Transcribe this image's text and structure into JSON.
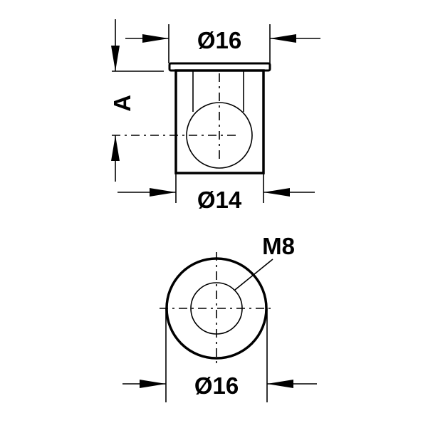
{
  "drawing": {
    "side_view": {
      "top_diameter_label": "Ø16",
      "bottom_diameter_label": "Ø14",
      "height_label": "A"
    },
    "top_view": {
      "thread_label": "M8",
      "outer_diameter_label": "Ø16"
    },
    "colors": {
      "line": "#000000",
      "background": "#ffffff"
    }
  }
}
